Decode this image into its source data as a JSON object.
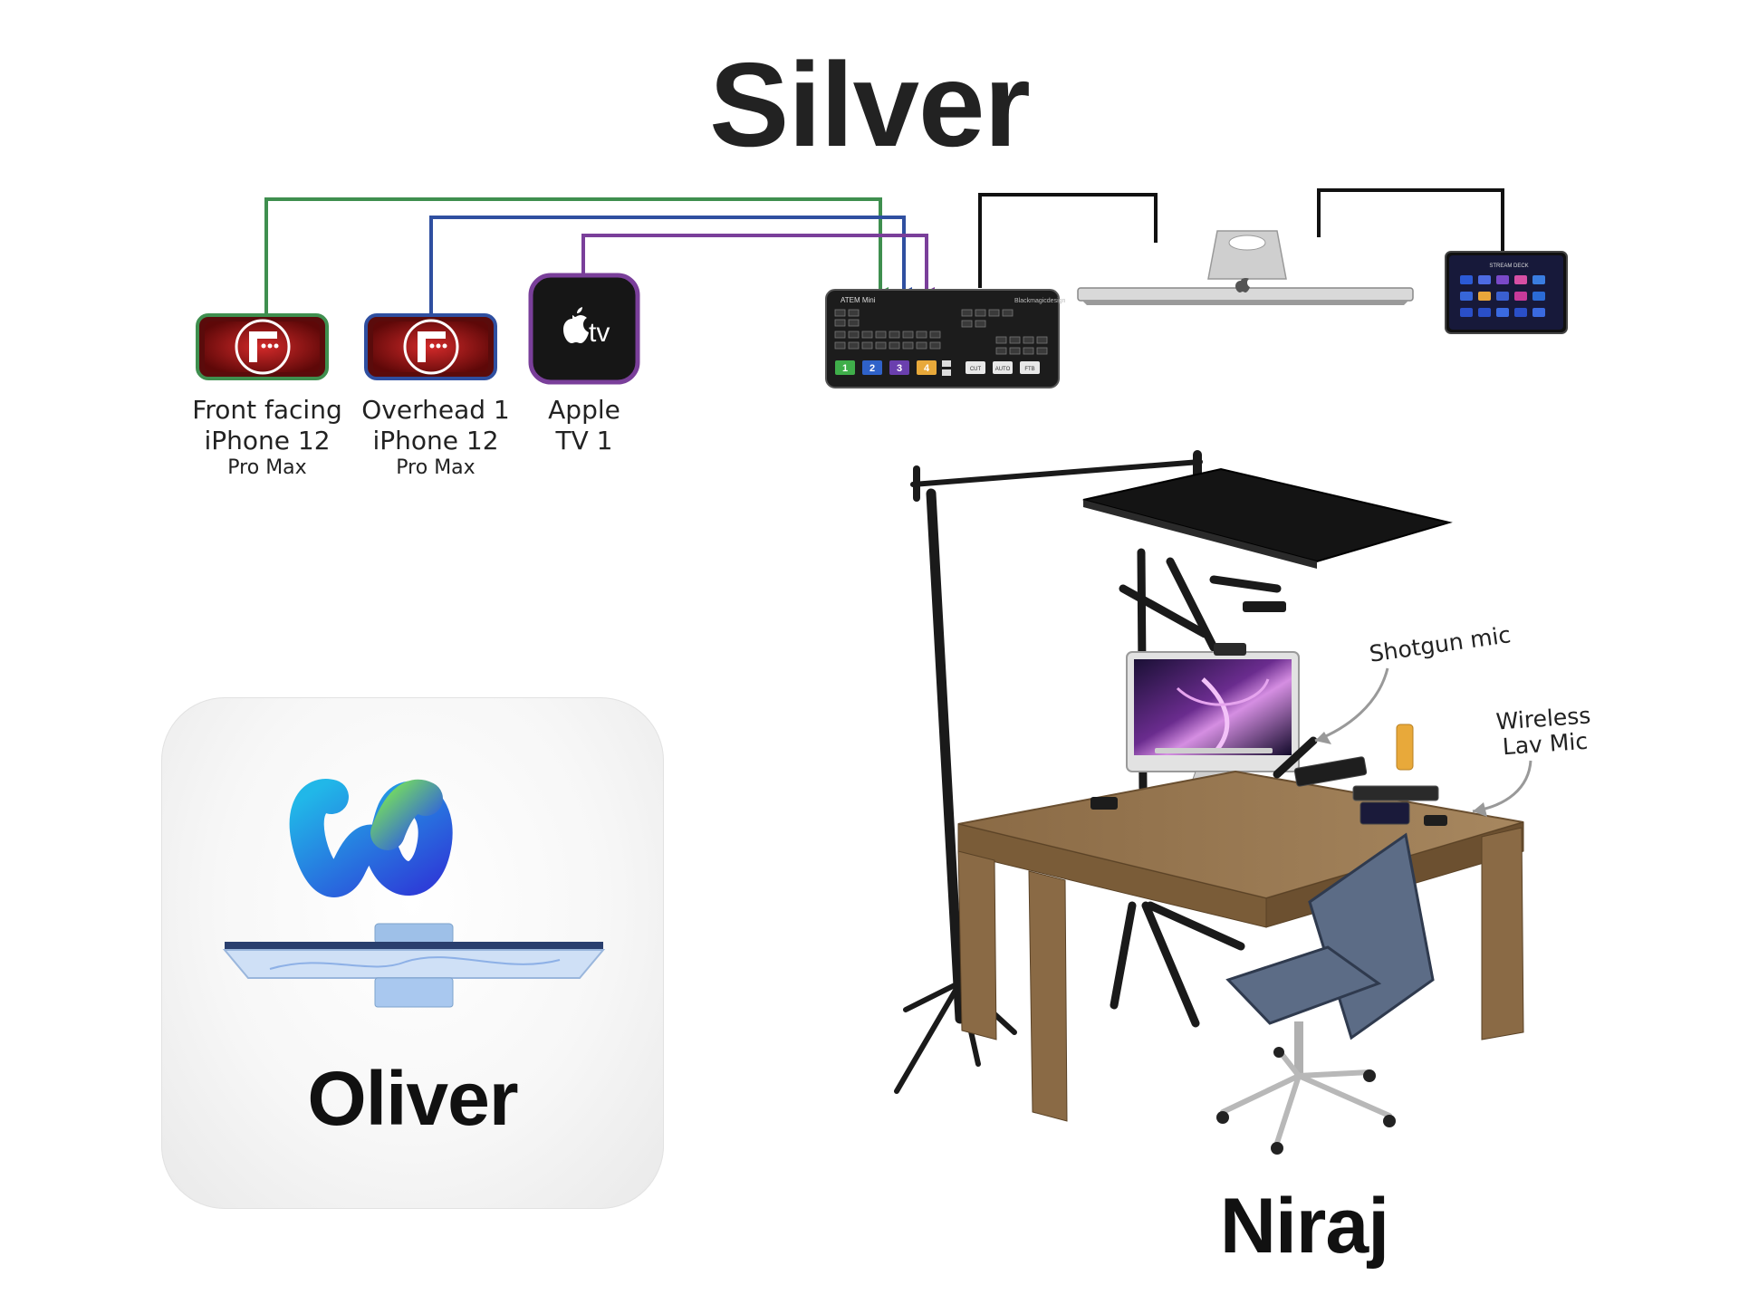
{
  "title": "Silver",
  "devices": [
    {
      "line1": "Front facing",
      "line2": "iPhone 12",
      "line3": "Pro Max",
      "color": "#3f8f4f"
    },
    {
      "line1": "Overhead 1",
      "line2": "iPhone 12",
      "line3": "Pro Max",
      "color": "#2f4fa0"
    },
    {
      "line1": "Apple",
      "line2": "TV 1",
      "color": "#7a3f9a"
    }
  ],
  "switcher": {
    "name": "ATEM Mini",
    "brand": "Blackmagicdesign",
    "buttons": [
      "1",
      "2",
      "3",
      "4"
    ],
    "controls": [
      "CUT",
      "AUTO",
      "FTB"
    ]
  },
  "stream_deck": {
    "label": "STREAM DECK"
  },
  "apple_tv_logo": "tv",
  "annotations": {
    "shotgun_mic": "Shotgun mic",
    "lav_line1": "Wireless",
    "lav_line2": "Lav Mic"
  },
  "oliver": {
    "name": "Oliver",
    "logo": "webex-logo"
  },
  "niraj": {
    "name": "Niraj"
  }
}
